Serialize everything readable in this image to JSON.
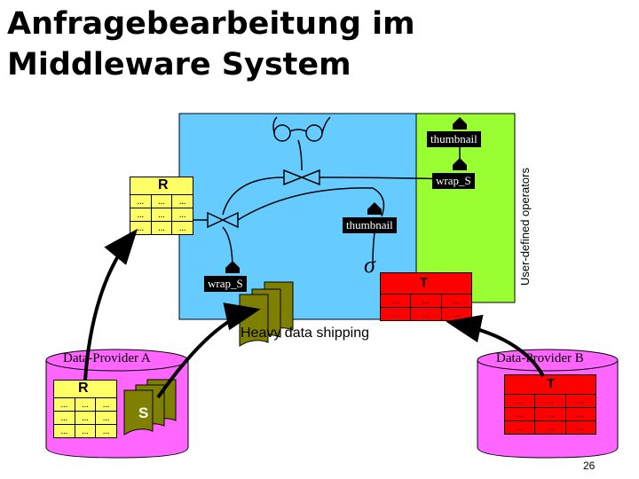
{
  "title": {
    "line1": "Anfragebearbeitung im",
    "line2": "Middleware System"
  },
  "middleware": {
    "udo_label": "User-defined operators",
    "thumbnail_top": "thumbnail",
    "wrap_s_right": "wrap_S",
    "thumbnail_mid": "thumbnail",
    "wrap_s_left": "wrap_S",
    "sigma": "σ"
  },
  "tables": {
    "r_middle": {
      "name": "R",
      "rows": [
        [
          "...",
          "...",
          "..."
        ],
        [
          "...",
          "...",
          "..."
        ],
        [
          "...",
          "...",
          "..."
        ]
      ]
    },
    "t_middle": {
      "name": "T",
      "rows": [
        [
          "...",
          "...",
          "..."
        ],
        [
          "...",
          "...",
          "..."
        ]
      ]
    },
    "r_provider": {
      "name": "R",
      "rows": [
        [
          "...",
          "...",
          "..."
        ],
        [
          "...",
          "...",
          "..."
        ],
        [
          "...",
          "...",
          "..."
        ]
      ]
    },
    "t_provider": {
      "name": "T",
      "rows": [
        [
          "...",
          "...",
          "..."
        ],
        [
          "...",
          "...",
          "..."
        ],
        [
          "...",
          "...",
          "..."
        ]
      ]
    }
  },
  "heavy_label": "Heavy data shipping",
  "provider_a": {
    "label": "Data-Provider A",
    "s_label": "S"
  },
  "provider_b": {
    "label": "Data-Provider B"
  },
  "page_number": "26",
  "colors": {
    "middleware_bg": "#66ccff",
    "udo_bg": "#99ff33",
    "table_yellow": "#ffff66",
    "table_red": "#ff0000",
    "provider_bg": "#ff66ff",
    "doc_olive": "#808000"
  }
}
